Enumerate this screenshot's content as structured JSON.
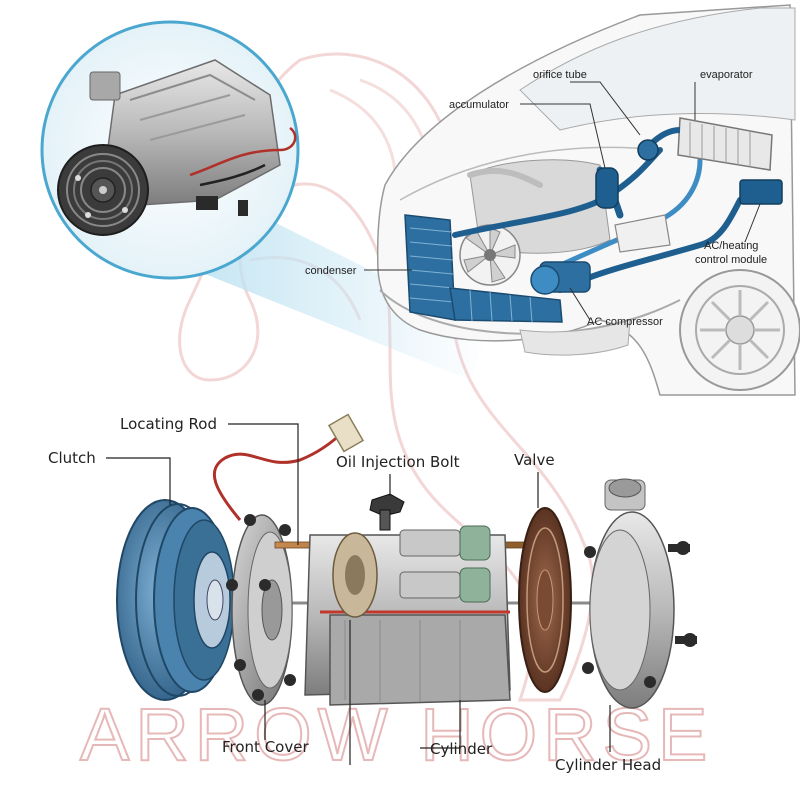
{
  "watermark": "ARROW HORSE",
  "colors": {
    "ac_blue": "#1f5f8f",
    "ac_blue_light": "#3d8cc4",
    "pulley_blue": "#5f93ba",
    "inset_ring": "#4aa7cf",
    "wire_red": "#b0302a",
    "valve_brown": "#7a4a33"
  },
  "top_diagram": {
    "labels": {
      "orifice_tube": "orifice tube",
      "evaporator": "evaporator",
      "accumulator": "accumulator",
      "condenser": "condenser",
      "control_module": [
        "AC/heating",
        "control module"
      ],
      "ac_compressor": "AC compressor"
    }
  },
  "bottom_diagram": {
    "labels": {
      "locating_rod": "Locating Rod",
      "clutch": "Clutch",
      "oil_injection_bolt": "Oil Injection Bolt",
      "valve": "Valve",
      "front_cover": "Front Cover",
      "cylinder": "Cylinder",
      "cylinder_head": "Cylinder Head"
    }
  }
}
